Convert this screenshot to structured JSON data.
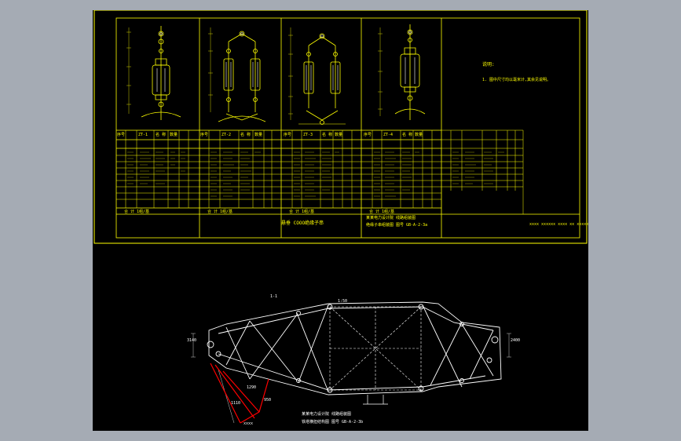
{
  "viewport": {
    "background": "#a5abb4",
    "sheet_background": "#000000"
  },
  "colors": {
    "frame": "#ffff00",
    "geometry": "#ffffff",
    "dim": "#00ffff",
    "highlight": "#ff0000"
  },
  "drawing_top": {
    "panels": [
      {
        "header": [
          "序号",
          "ZT-1",
          "名 称",
          "数量"
        ],
        "footer": "合 计 1组/基"
      },
      {
        "header": [
          "序号",
          "ZT-2",
          "名 称",
          "数量"
        ],
        "footer": "合 计 1组/基"
      },
      {
        "header": [
          "序号",
          "ZT-3",
          "名 称",
          "数量"
        ],
        "footer": "合 计 1组/基"
      },
      {
        "header": [
          "序号",
          "ZT-4",
          "名 称",
          "数量"
        ],
        "footer": "合 计 1组/基"
      }
    ],
    "notes": {
      "title": "说明:",
      "line1": "1. 图中尺寸均以毫米计,其余见说明。"
    },
    "title_block": {
      "center_label": "悬垂 COOO绝缘子串",
      "right_label_1": "某某电力设计院 线路组装图",
      "right_label_2": "绝缘子串组装图 图号 GB-A-2-3a",
      "corner_label": "xxxx xxxxxx xxxx xx xxxxx"
    }
  },
  "drawing_bottom": {
    "view_label": "1-1",
    "scale_label": "1:50",
    "caption_1": "某某电力设计院 线路组装图",
    "caption_2": "铁塔横担结构图 图号 GB-A-2-3b",
    "dim_labels": [
      "3140",
      "2400",
      "1290",
      "950",
      "1110",
      "xxxx"
    ]
  }
}
